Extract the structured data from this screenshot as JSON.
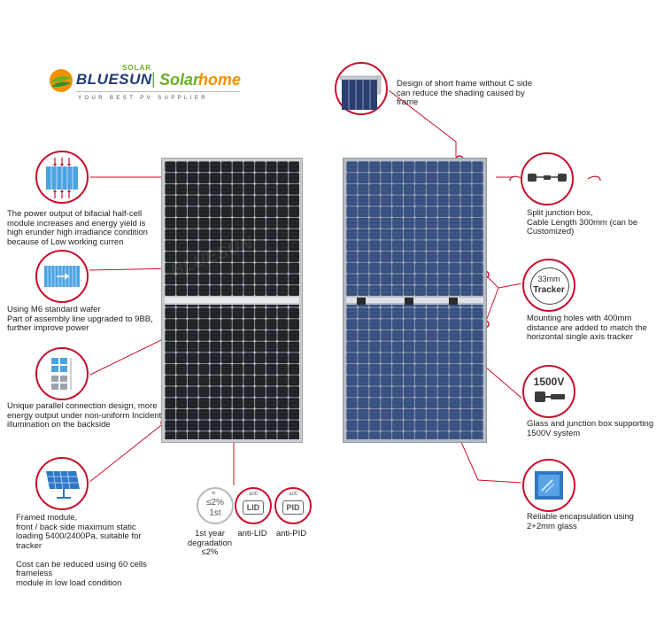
{
  "brand": {
    "name": "BLUESUN",
    "sup": "SOLAR",
    "divider": "|",
    "partner_prefix": "Solar",
    "partner_suffix": "home",
    "tagline": "YOUR BEST PV SUPPLIER"
  },
  "colors": {
    "accent_red": "#c8102e",
    "brand_blue": "#1f3b7a",
    "brand_green": "#6ab023",
    "partner_orange": "#f39200"
  },
  "left_features": [
    {
      "icon": "bifacial-cell-icon",
      "text": "The power output of bifacial half-cell module increases and energy yield is high erunder high irradiance condition because of Low working curren"
    },
    {
      "icon": "wafer-cell-icon",
      "text": "Using M6 standard wafer\nPart of assembly line upgraded to 9BB, further improve power"
    },
    {
      "icon": "parallel-connection-icon",
      "text": "Unique parallel connection design, more energy output under non-uniform Incident illumination on the backside"
    },
    {
      "icon": "framed-module-icon",
      "text": "Framed module,\nfront / back side maximum static loading 5400/2400Pa, suitable for tracker\n\nCost can be reduced using 60 cells frameless\nmodule in low load condition"
    }
  ],
  "right_features": [
    {
      "icon": "short-frame-icon",
      "text": "Design of short frame without C side can reduce the shading caused by frame"
    },
    {
      "icon": "junction-box-icon",
      "text": "Split junction box,\nCable Length 300mm (can be Customized)"
    },
    {
      "icon": "tracker-icon",
      "badge_value": "33mm",
      "badge_label": "Tracker",
      "text": "Mounting holes with 400mm distance are added to match the horizontal single axis tracker"
    },
    {
      "icon": "1500v-connector-icon",
      "badge_value": "1500V",
      "text": "Glass and junction box supporting 1500V system"
    },
    {
      "icon": "glass-encapsulation-icon",
      "text": "Reliable encapsulation using 2+2mm glass"
    }
  ],
  "bottom_badges": [
    {
      "icon": "degradation-icon",
      "top": "≤2%",
      "bottom": "1st",
      "caption": "1st year degradation ≤2%"
    },
    {
      "icon": "anti-lid-icon",
      "small": "anti",
      "label": "LID",
      "caption": "anti-LID"
    },
    {
      "icon": "anti-pid-icon",
      "small": "anti",
      "label": "PID",
      "caption": "anti-PID"
    }
  ],
  "watermark": "BLUESUN"
}
